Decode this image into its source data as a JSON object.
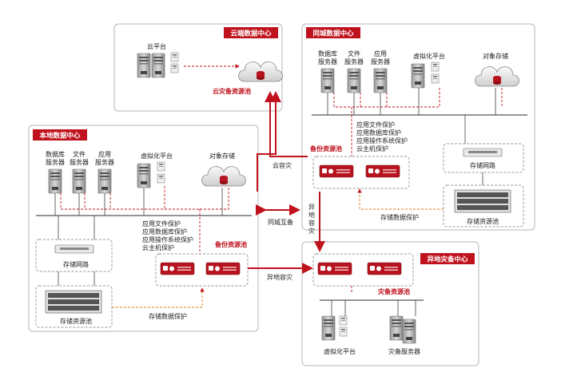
{
  "colors": {
    "accent": "#c0121c",
    "panel_border": "#b5b5b5",
    "bus": "#555555"
  },
  "cloud_center": {
    "title": "云端数据中心",
    "platform_label": "云平台",
    "pool_label": "云灾备资源池"
  },
  "same_city_center": {
    "title": "同城数据中心",
    "servers": [
      {
        "label": "数据库\n服务器"
      },
      {
        "label": "文件\n服务器"
      },
      {
        "label": "应用\n服务器"
      }
    ],
    "virtualization_label": "虚拟化平台",
    "object_storage_label": "对象存储",
    "protections": [
      "应用文件保护",
      "应用数据库保护",
      "应用操作系统保护",
      "云主机保护"
    ],
    "backup_pool_label": "备份资源池",
    "storage_network_label": "存储网路",
    "storage_pool_label": "存储资源池",
    "storage_protection_label": "存储数据保护"
  },
  "local_center": {
    "title": "本地数据中心",
    "servers": [
      {
        "label": "数据库\n服务器"
      },
      {
        "label": "文件\n服务器"
      },
      {
        "label": "应用\n服务器"
      }
    ],
    "virtualization_label": "虚拟化平台",
    "object_storage_label": "对象存储",
    "protections": [
      "应用文件保护",
      "应用数据库保护",
      "应用操作系统保护",
      "云主机保护"
    ],
    "backup_pool_label": "备份资源池",
    "storage_network_label": "存储网路",
    "storage_pool_label": "存储资源池",
    "storage_protection_label": "存储数据保护"
  },
  "remote_center": {
    "title": "异地灾备中心",
    "pool_label": "灾备资源池",
    "virtualization_label": "虚拟化平台",
    "dr_server_label": "灾备服务器"
  },
  "links": {
    "cloud_dr": "云容灾",
    "same_city_mutual": "同城互备",
    "remote_dr_vertical": "异地容灾",
    "remote_dr_horizontal": "异地容灾"
  }
}
